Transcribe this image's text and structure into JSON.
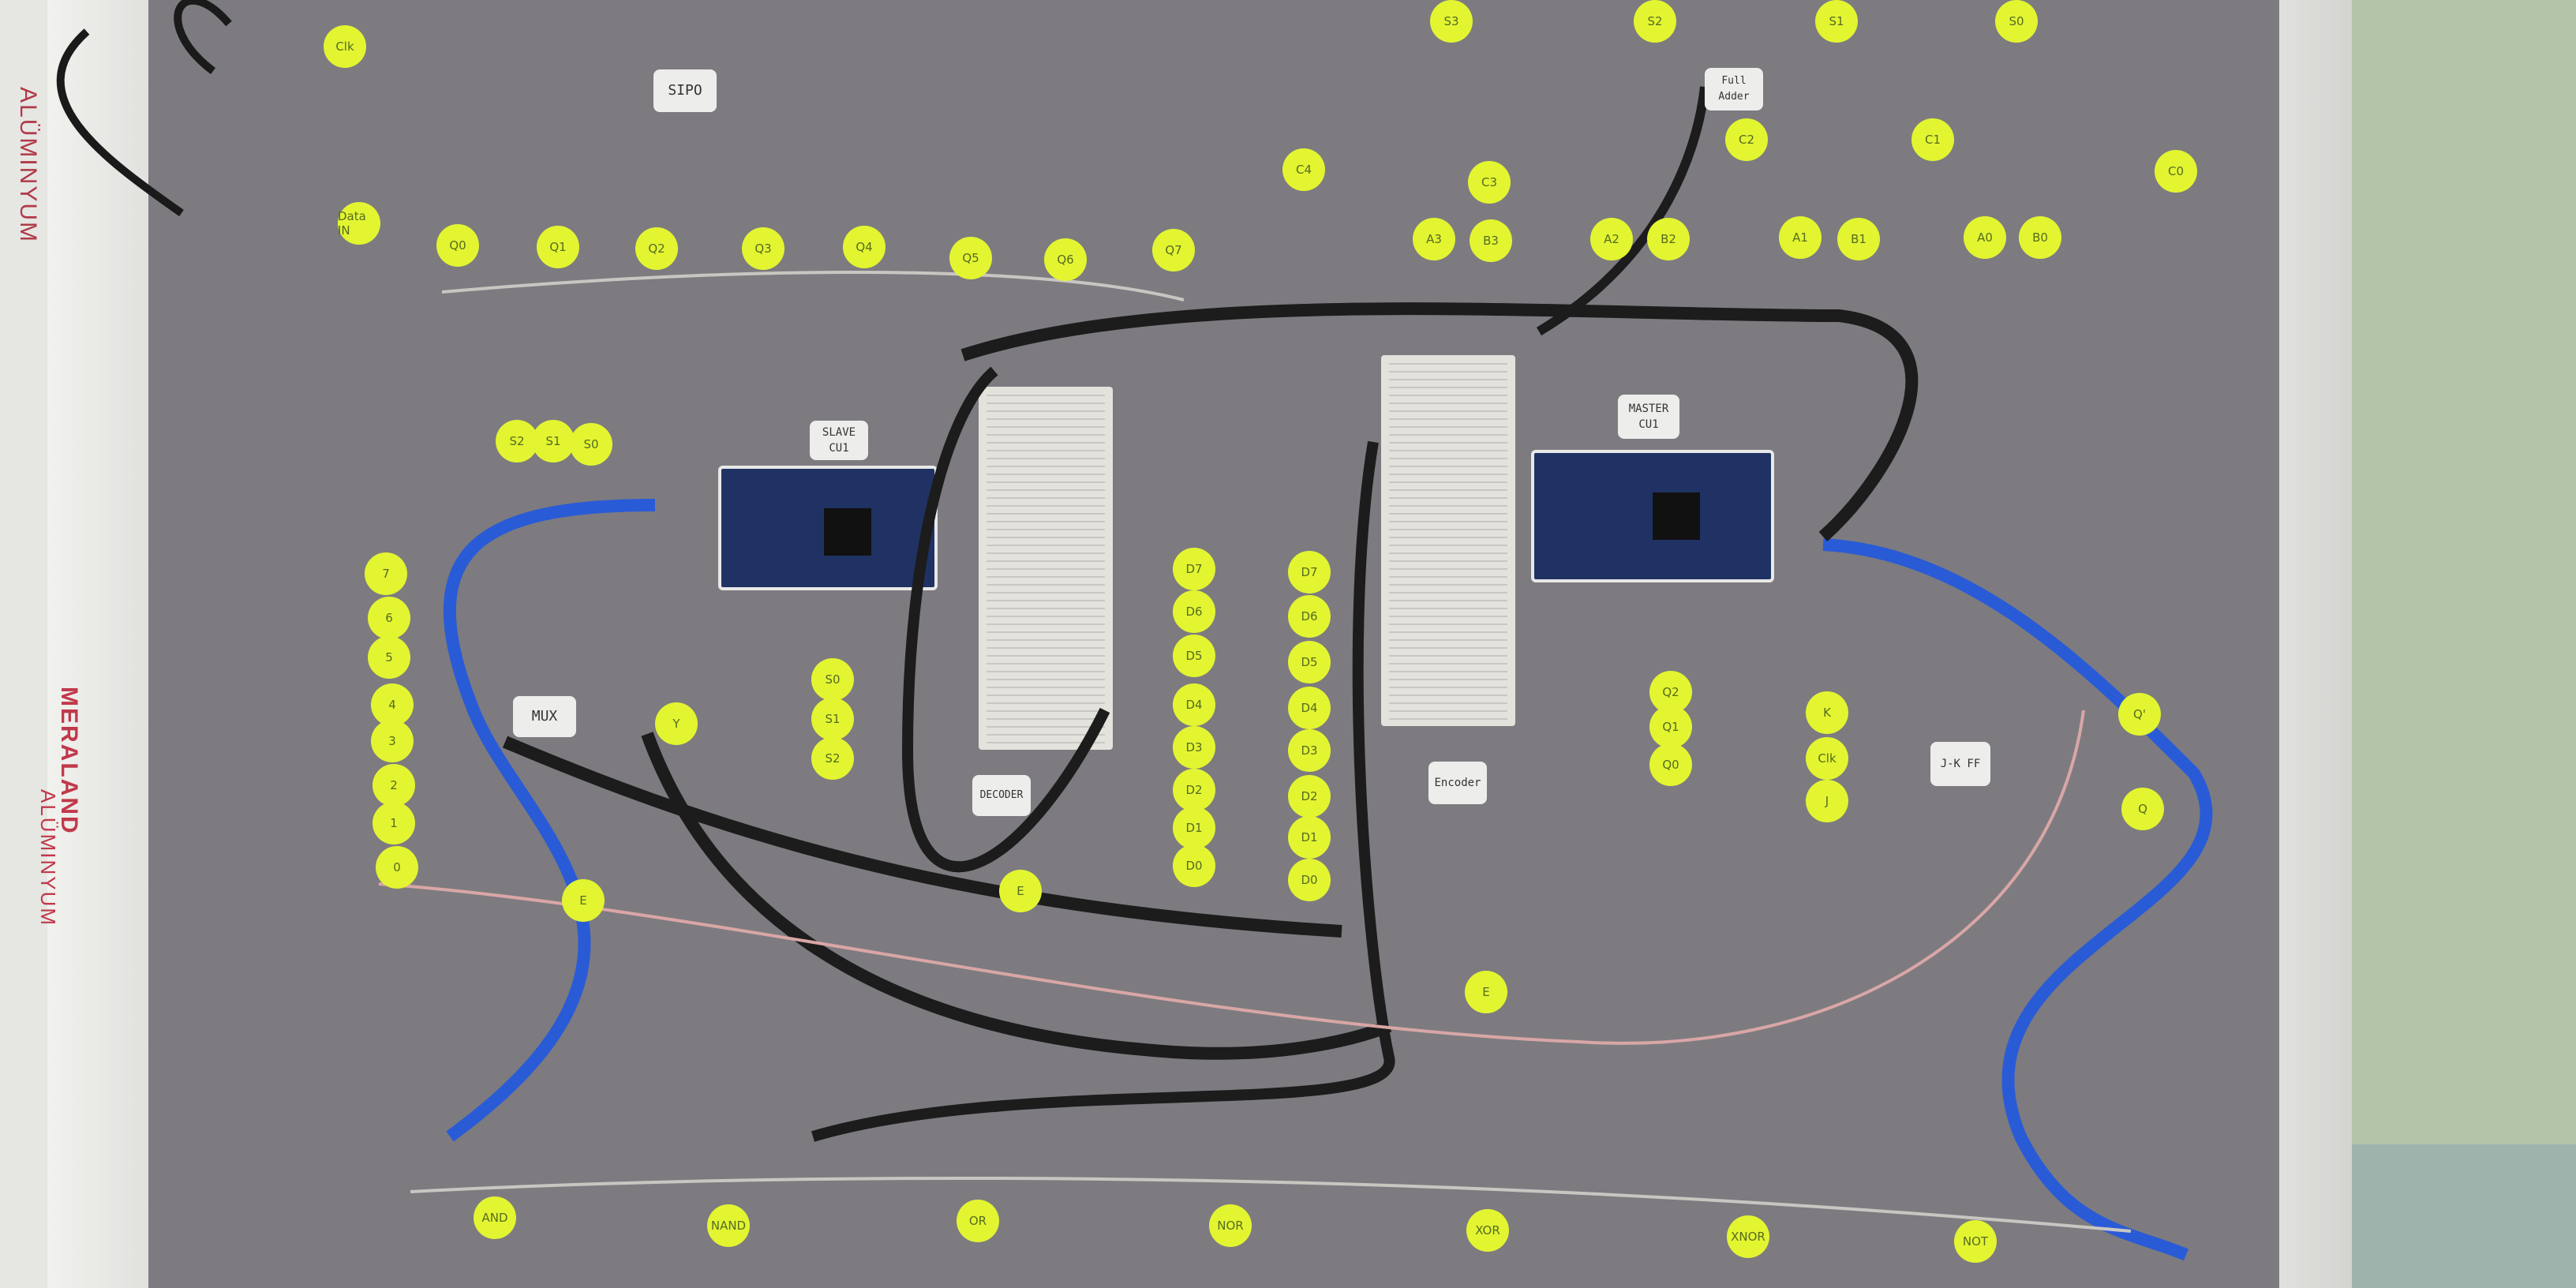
{
  "scene": {
    "description": "Photo of a grey wall-mounted digital logic trainer board with two Arduino Mega boards, breadboards, LEDs, yellow labelled dots and wiring",
    "colors": {
      "board": "#7d7b80",
      "dot": "#e3f531",
      "usb_cable": "#2a5bd6",
      "arduino": "#1f3263",
      "wall": "#b3c4a8"
    }
  },
  "frame": {
    "brand_top": "ALÜMINYUM",
    "brand_bottom": "MERALAND",
    "brand_bottom_sub": "ALÜMINYUM"
  },
  "labels": {
    "sipo": "SIPO",
    "slave": "SLAVE CU1",
    "master": "MASTER CU1",
    "mux": "MUX",
    "decoder": "DECODER",
    "encoder": "Encoder",
    "jk_ff": "J-K FF",
    "full_adder": "Full Adder"
  },
  "dots": {
    "sipo_inputs": [
      "Clk",
      "Data IN"
    ],
    "sipo_outputs": [
      "Q0",
      "Q1",
      "Q2",
      "Q3",
      "Q4",
      "Q5",
      "Q6",
      "Q7"
    ],
    "adder_sum": [
      "S3",
      "S2",
      "S1",
      "S0"
    ],
    "adder_carry": [
      "C4",
      "C3",
      "C2",
      "C1",
      "C0"
    ],
    "adder_inputs": [
      "A3",
      "B3",
      "A2",
      "B2",
      "A1",
      "B1",
      "A0",
      "B0"
    ],
    "mux_select": [
      "S2",
      "S1",
      "S0"
    ],
    "mux_inputs": [
      "7",
      "6",
      "5",
      "4",
      "3",
      "2",
      "1",
      "0"
    ],
    "mux_out": "Y",
    "mux_enable": "E",
    "decoder_select": [
      "S0",
      "S1",
      "S2"
    ],
    "decoder_outputs": [
      "D7",
      "D6",
      "D5",
      "D4",
      "D3",
      "D2",
      "D1",
      "D0"
    ],
    "decoder_enable": "E",
    "encoder_inputs": [
      "D7",
      "D6",
      "D5",
      "D4",
      "D3",
      "D2",
      "D1",
      "D0"
    ],
    "encoder_outputs": [
      "Q2",
      "Q1",
      "Q0"
    ],
    "encoder_enable": "E",
    "jk_inputs": [
      "K",
      "Clk",
      "J"
    ],
    "jk_outputs": [
      "Q'",
      "Q"
    ],
    "gates": [
      "AND",
      "NAND",
      "OR",
      "NOR",
      "XOR",
      "XNOR",
      "NOT"
    ]
  }
}
